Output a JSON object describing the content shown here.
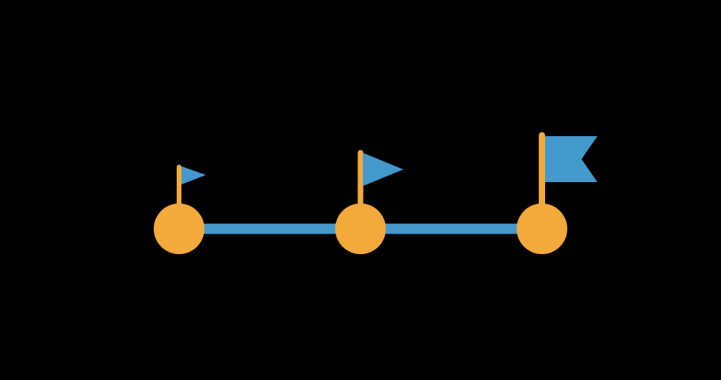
{
  "colors": {
    "background": "#000000",
    "track": "#4499cc",
    "node": "#f4a93c",
    "pole": "#f4a93c",
    "flag": "#4499cc"
  },
  "milestones": [
    {
      "id": "start",
      "flag_style": "small-pennant",
      "icon": "pennant-flag-icon"
    },
    {
      "id": "middle",
      "flag_style": "medium-pennant",
      "icon": "pennant-flag-icon"
    },
    {
      "id": "finish",
      "flag_style": "swallowtail-banner",
      "icon": "banner-flag-icon"
    }
  ]
}
